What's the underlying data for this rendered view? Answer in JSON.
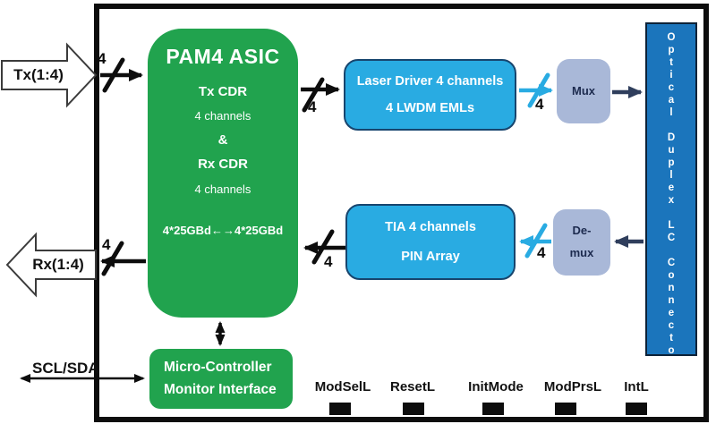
{
  "colors": {
    "green": "#21a34e",
    "cyan": "#29abe2",
    "steel": "#a9b8d8",
    "blue": "#1b75bc",
    "navy": "#2f3e5c",
    "ink": "#0d0d0d",
    "muxText": "#1c2a4e"
  },
  "io": {
    "tx_label": "Tx(1:4)",
    "rx_label": "Rx(1:4)",
    "scl_label": "SCL/SDA",
    "bus_width": "4"
  },
  "pam4": {
    "title": "PAM4 ASIC",
    "lines": [
      "Tx CDR",
      "4 channels",
      "&",
      "Rx CDR",
      "4 channels"
    ],
    "rate": "4*25GBd←→4*25GBd"
  },
  "laser": {
    "lines": [
      "Laser Driver 4 channels",
      "4 LWDM EMLs"
    ]
  },
  "tia": {
    "lines": [
      "TIA 4 channels",
      "PIN Array"
    ]
  },
  "mux": {
    "label": "Mux"
  },
  "demux": {
    "lines": [
      "De-",
      "mux"
    ]
  },
  "connector": {
    "label": "Optical Duplex LC Connector"
  },
  "micro": {
    "lines": [
      "Micro-Controller",
      "Monitor Interface"
    ]
  },
  "pins": [
    {
      "label": "ModSelL"
    },
    {
      "label": "ResetL"
    },
    {
      "label": "InitMode"
    },
    {
      "label": "ModPrsL"
    },
    {
      "label": "IntL"
    }
  ]
}
